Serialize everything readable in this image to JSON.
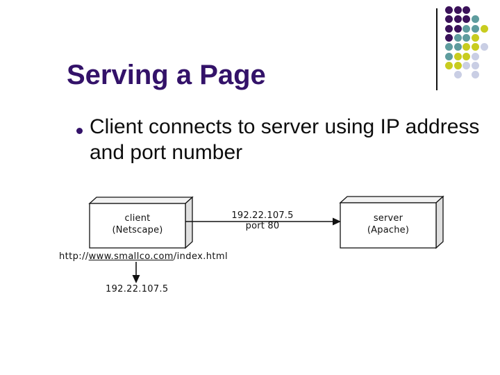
{
  "slide": {
    "title": "Serving a Page",
    "bullet": {
      "line1": "Client connects to server using IP address",
      "line2": "and port number"
    }
  },
  "diagram": {
    "client": {
      "name": "client",
      "product": "(Netscape)"
    },
    "server": {
      "name": "server",
      "product": "(Apache)"
    },
    "connection": {
      "ip": "192.22.107.5",
      "port": "port 80"
    },
    "url": {
      "scheme": "http://",
      "host": "www.smallco.com",
      "path": "/index.html"
    },
    "resolved_ip": "192.22.107.5"
  },
  "decoration": {
    "colors": {
      "title_purple": "#331269",
      "dot_purple": "#3A1159",
      "dot_teal": "#5E9C9E",
      "dot_yellow": "#C8CC1F",
      "dot_lavender": "#C9CEE4"
    },
    "dot_rows": [
      [
        "P",
        "P",
        "P"
      ],
      [
        "P",
        "P",
        "P",
        "T"
      ],
      [
        "P",
        "P",
        "T",
        "T",
        "Y"
      ],
      [
        "P",
        "T",
        "T",
        "Y"
      ],
      [
        "T",
        "T",
        "Y",
        "Y",
        "L"
      ],
      [
        "T",
        "Y",
        "Y",
        "L"
      ],
      [
        "Y",
        "Y",
        "L",
        "L"
      ],
      [
        "",
        "L",
        "",
        "L"
      ]
    ]
  }
}
